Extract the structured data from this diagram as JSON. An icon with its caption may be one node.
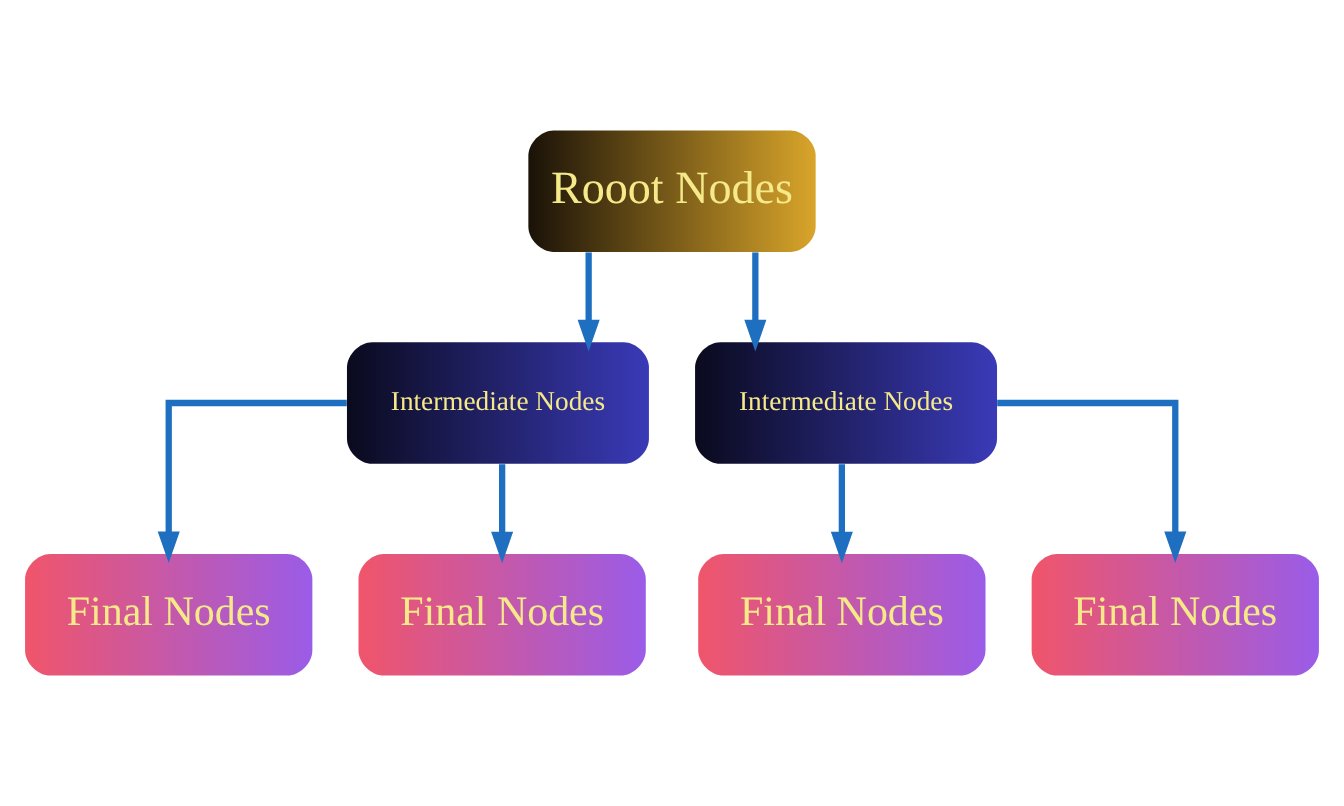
{
  "diagram": {
    "nodes": [
      {
        "text": [
          "Rooot Nodes"
        ]
      },
      {
        "text": [
          "Intermediate Nodes"
        ]
      },
      {
        "text": [
          "Intermediate Nodes"
        ]
      },
      {
        "text": [
          "Final Nodes"
        ]
      },
      {
        "text": [
          "Final Nodes"
        ]
      },
      {
        "text": [
          "Final Nodes"
        ]
      },
      {
        "text": [
          "Final Nodes"
        ]
      }
    ],
    "edges": [
      {
        "from": 0,
        "to": 1,
        "arrow": "to"
      },
      {
        "from": 0,
        "to": 2,
        "arrow": "to"
      },
      {
        "from": 1,
        "to": 3,
        "arrow": "to"
      },
      {
        "from": 1,
        "to": 4,
        "arrow": "to"
      },
      {
        "from": 2,
        "to": 5,
        "arrow": "to"
      },
      {
        "from": 2,
        "to": 6,
        "arrow": "to"
      }
    ]
  }
}
